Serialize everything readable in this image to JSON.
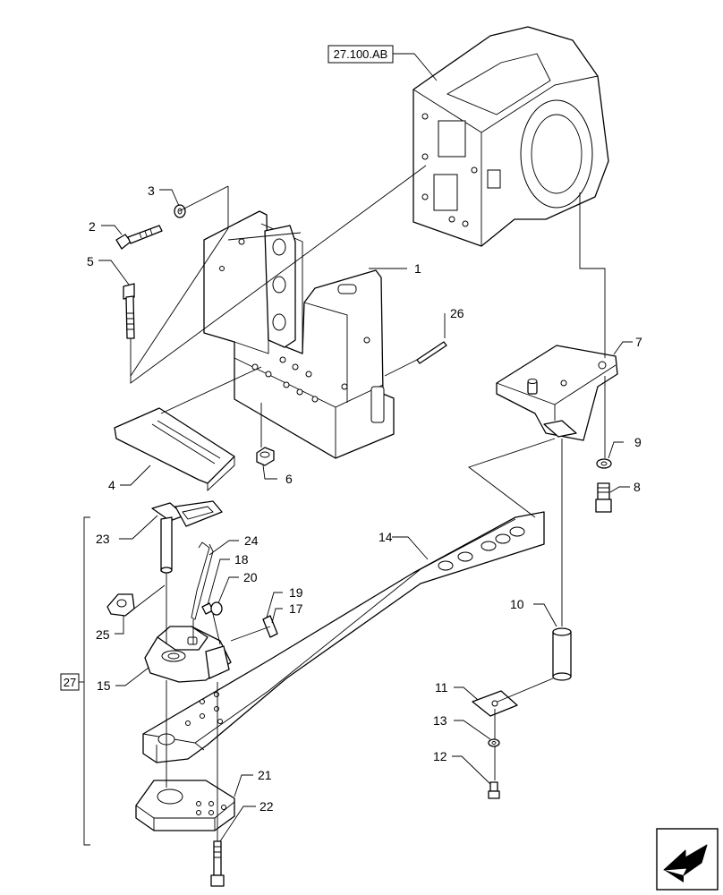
{
  "diagram": {
    "references": {
      "housing_ref": "27.100.AB",
      "group_ref": "27"
    },
    "callouts": {
      "c1": "1",
      "c2": "2",
      "c3": "3",
      "c4": "4",
      "c5": "5",
      "c6": "6",
      "c7": "7",
      "c8": "8",
      "c9": "9",
      "c10": "10",
      "c11": "11",
      "c12": "12",
      "c13": "13",
      "c14": "14",
      "c15": "15",
      "c17": "17",
      "c18": "18",
      "c19": "19",
      "c20": "20",
      "c21": "21",
      "c22": "22",
      "c23": "23",
      "c24": "24",
      "c25": "25",
      "c26": "26"
    },
    "icons": {
      "navigation": "next-page-arrow-icon"
    }
  }
}
